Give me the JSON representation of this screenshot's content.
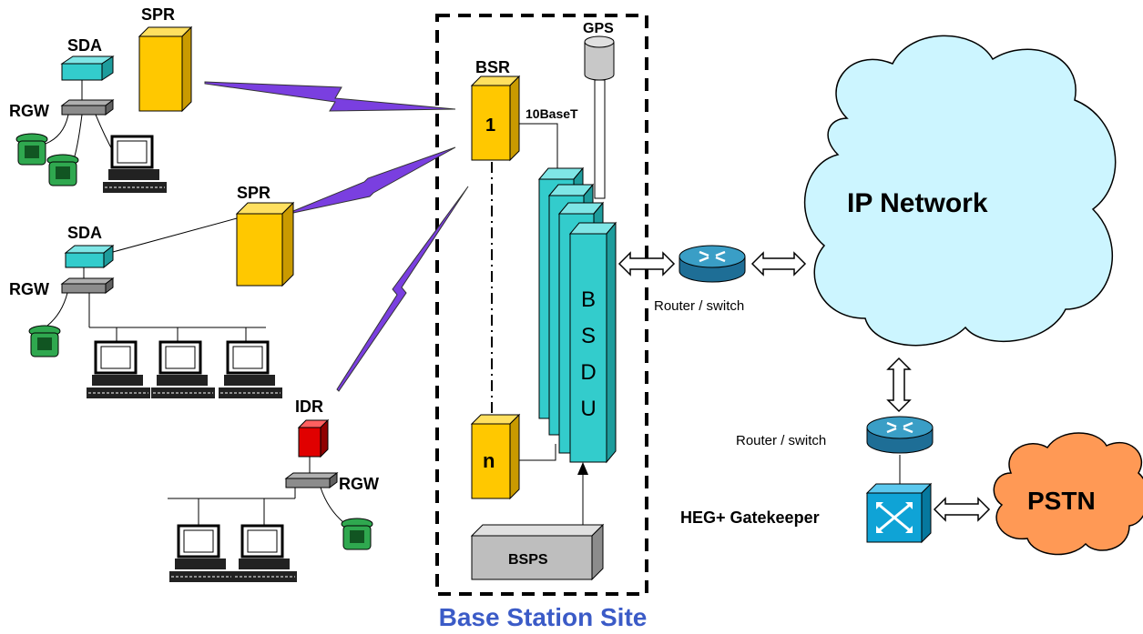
{
  "labels": {
    "spr": "SPR",
    "sda": "SDA",
    "rgw": "RGW",
    "idr": "IDR",
    "bsr": "BSR",
    "gps": "GPS",
    "base_t": "10BaseT",
    "bsr_first": "1",
    "bsr_last": "n",
    "bsdu": [
      "B",
      "S",
      "D",
      "U"
    ],
    "bsps": "BSPS",
    "router_switch": "Router / switch",
    "ip_network": "IP Network",
    "pstn": "PSTN",
    "gatekeeper": "HEG+ Gatekeeper",
    "site_caption": "Base Station Site"
  },
  "colors": {
    "radio_yellow": "#FFC800",
    "terminal_teal": "#33CCCC",
    "hub_gray": "#8C8C8C",
    "link_purple": "#7A3FE0",
    "idr_red": "#E00000",
    "phone_green": "#2FA84F",
    "cloud_blue": "#CCF5FF",
    "cloud_orange": "#FF9955",
    "router_blue": "#3A9EC6",
    "switch_blue": "#0FA3D6",
    "caption_blue": "#3B5BC7"
  }
}
